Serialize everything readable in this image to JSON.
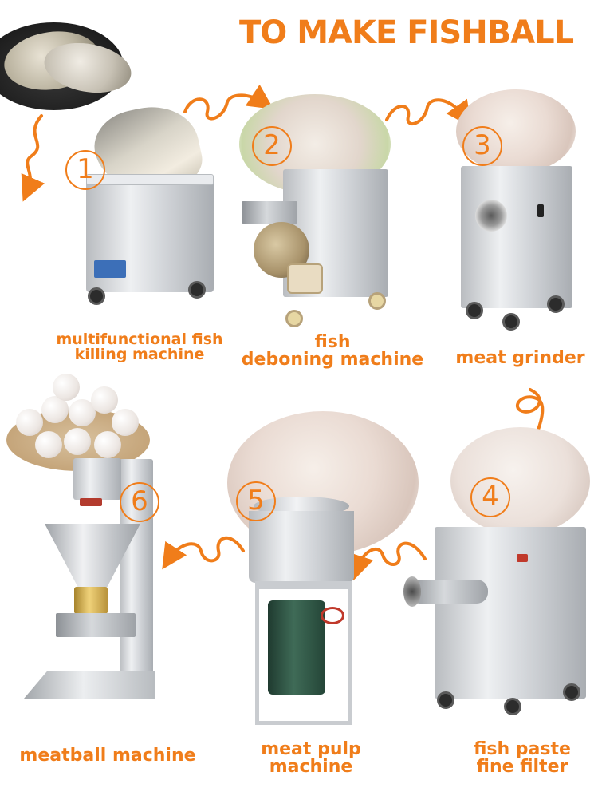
{
  "title": "TO MAKE FISHBALL",
  "colors": {
    "accent": "#f07d1a",
    "steel": "#d3d6da"
  },
  "steps": [
    {
      "number": "1",
      "caption_line1": "multifunctional fish",
      "caption_line2": "killing machine"
    },
    {
      "number": "2",
      "caption_line1": "fish",
      "caption_line2": "deboning machine"
    },
    {
      "number": "3",
      "caption_line1": "meat grinder",
      "caption_line2": ""
    },
    {
      "number": "4",
      "caption_line1": "fish paste",
      "caption_line2": "fine filter"
    },
    {
      "number": "5",
      "caption_line1": "meat pulp",
      "caption_line2": "machine"
    },
    {
      "number": "6",
      "caption_line1": "meatball machine",
      "caption_line2": ""
    }
  ]
}
